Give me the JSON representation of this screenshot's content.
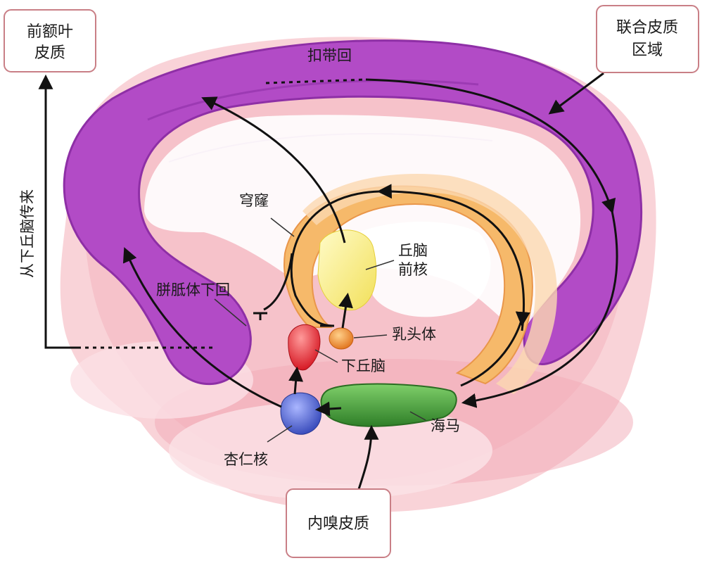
{
  "labels": {
    "prefrontal_l1": "前额叶",
    "prefrontal_l2": "皮质",
    "association_l1": "联合皮质",
    "association_l2": "区域",
    "cingulate": "扣带回",
    "fornix": "穹窿",
    "anterior_thalamic_l1": "丘脑",
    "anterior_thalamic_l2": "前核",
    "parahippocampal": "胼胝体下回",
    "from_hypothalamus": "从下丘脑传来",
    "mammillary": "乳头体",
    "hypothalamus": "下丘脑",
    "hippocampus": "海马",
    "amygdala": "杏仁核",
    "entorhinal": "内嗅皮质"
  },
  "colors": {
    "cingulate": "#b24bc6",
    "cingulate_dark": "#8e2fa6",
    "thalamus": "#f7ec7e",
    "mammillary": "#f08a2a",
    "hypothalamus": "#e4202a",
    "hippocampus": "#3f9a35",
    "amygdala": "#4a5fcf",
    "fornix": "#f6b96a",
    "brain_tissue": "#f6c4cc",
    "box_border": "#c97f86"
  }
}
